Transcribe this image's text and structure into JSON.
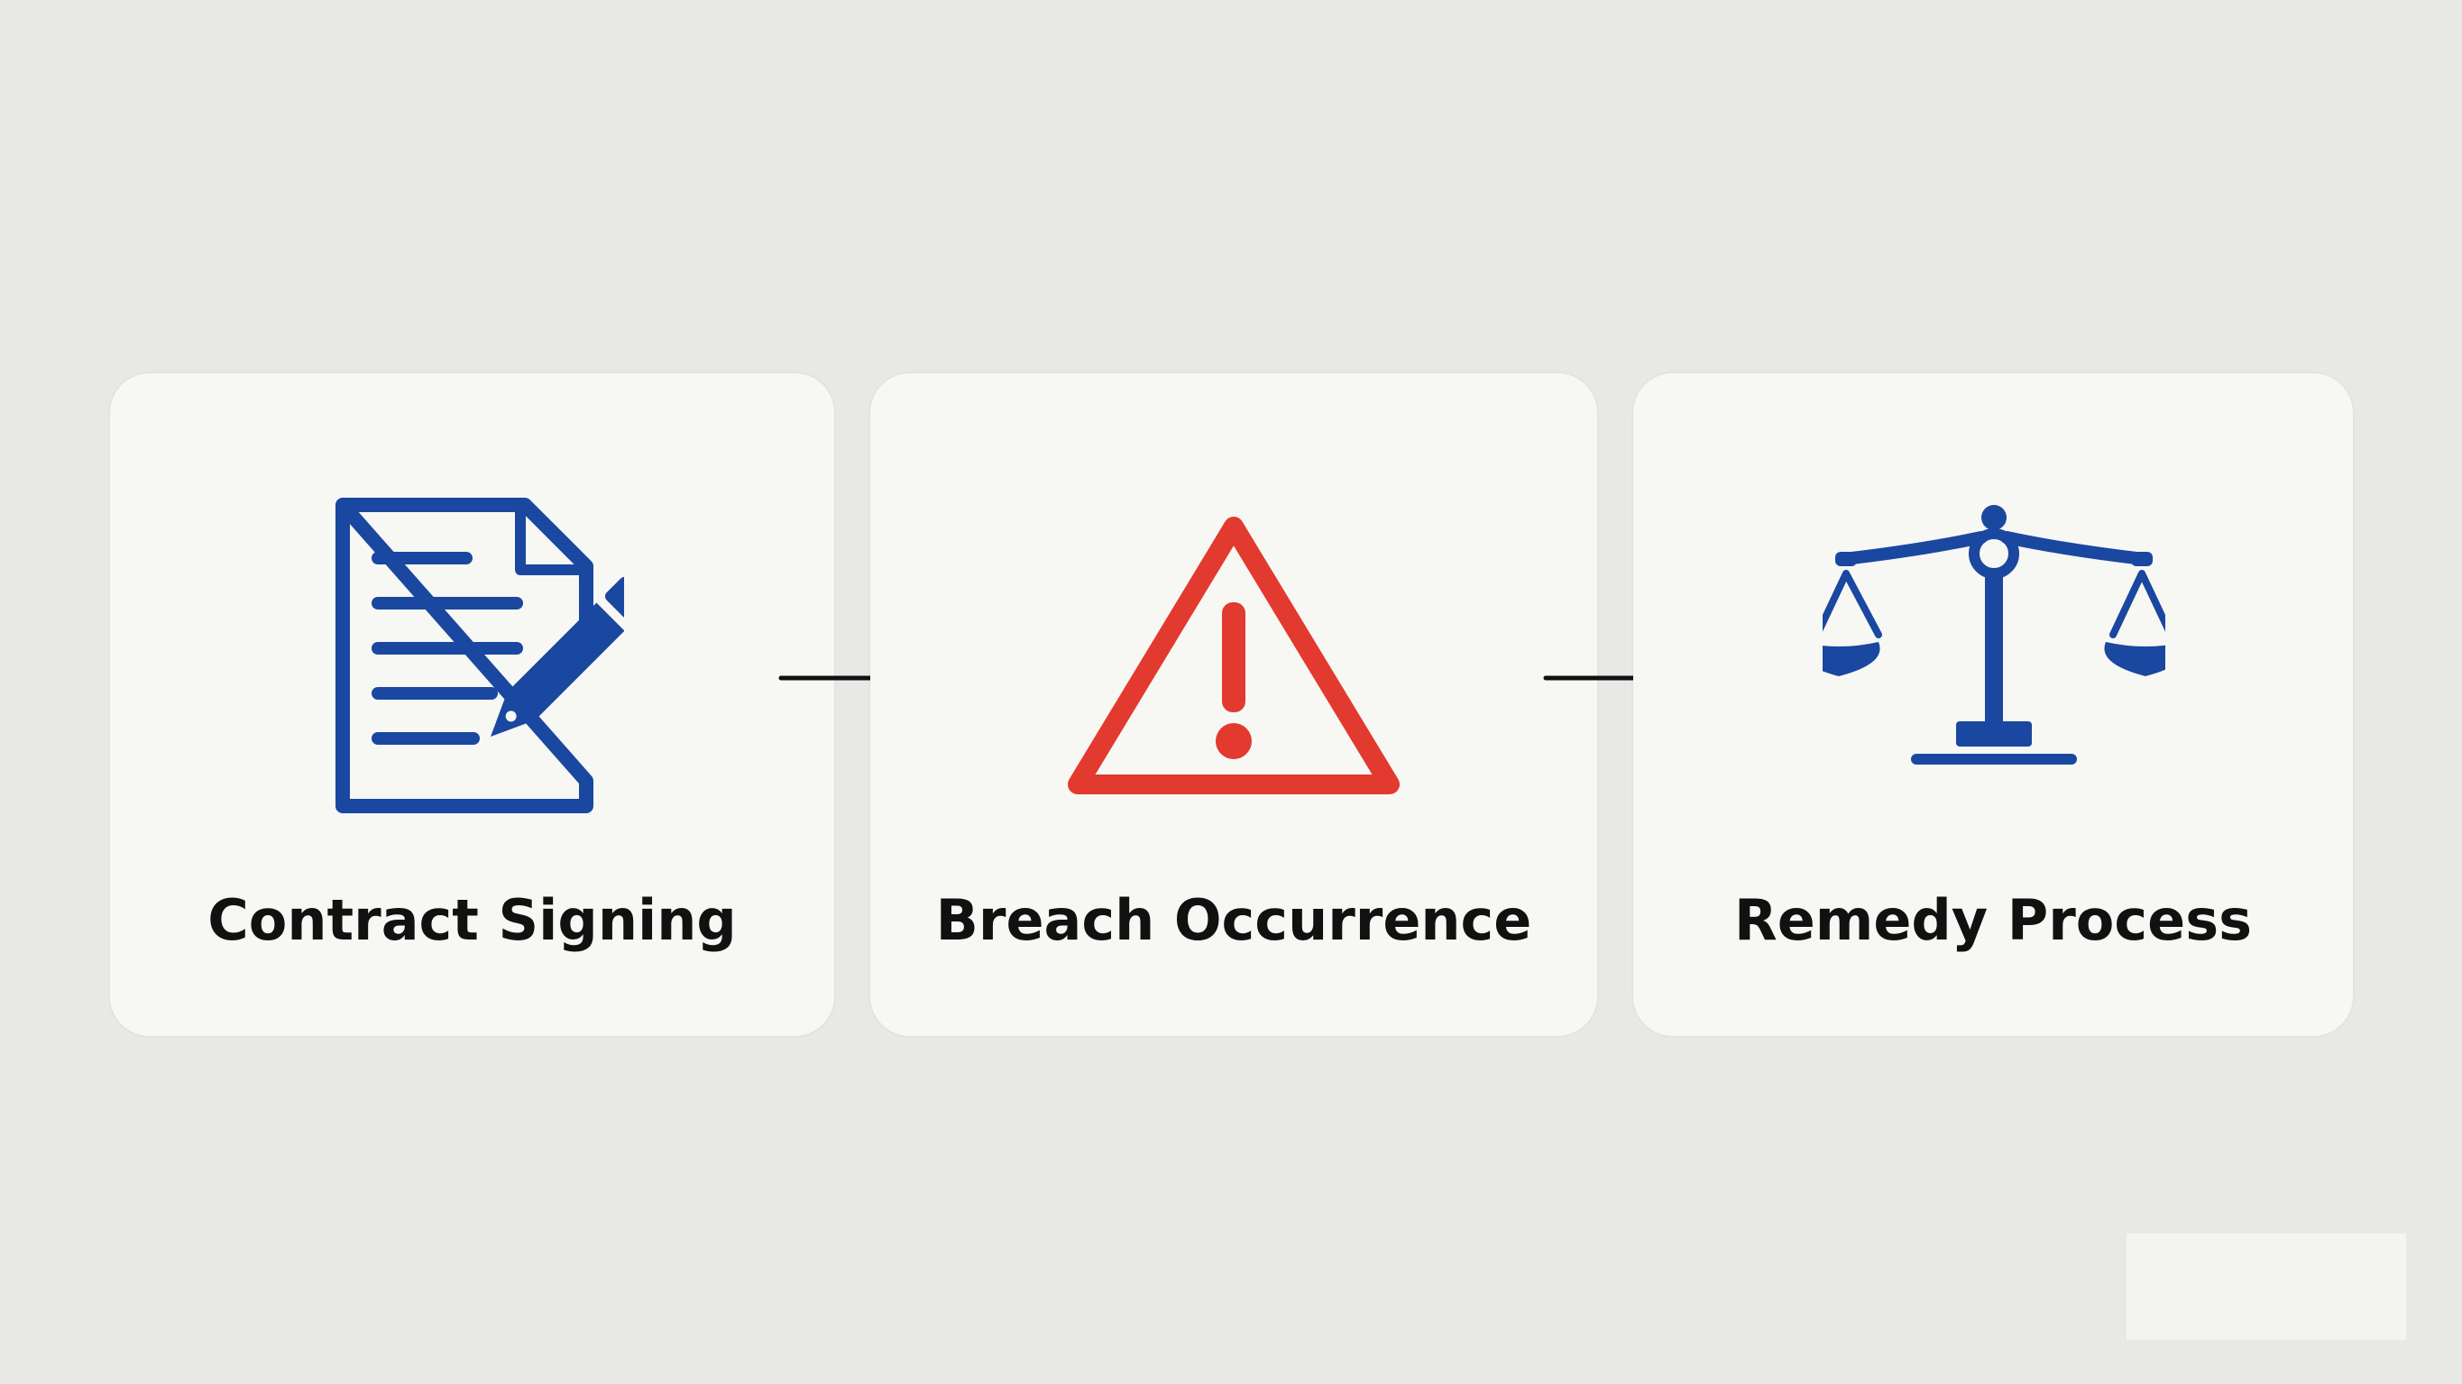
{
  "steps": [
    {
      "label": "Contract Signing",
      "icon": "contract-signing-icon"
    },
    {
      "label": "Breach Occurrence",
      "icon": "warning-triangle-icon"
    },
    {
      "label": "Remedy Process",
      "icon": "scales-of-justice-icon"
    }
  ],
  "connectors": [
    "arrow-right-icon",
    "arrow-right-icon"
  ],
  "colors": {
    "background": "#e8e8e7",
    "card": "#f7f7f4",
    "blue": "#1a47a0",
    "red": "#e23a2e",
    "text": "#111111"
  }
}
